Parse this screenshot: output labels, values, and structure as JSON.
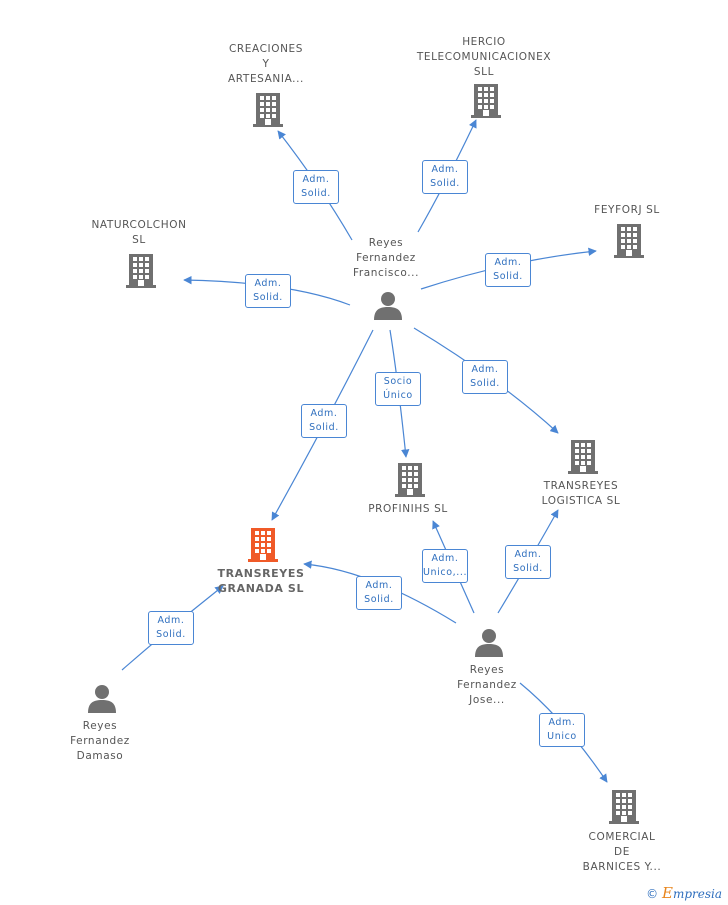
{
  "colors": {
    "edge": "#4a86d4",
    "company_icon": "#707070",
    "focus_company_icon": "#f05a28",
    "person_icon": "#707070",
    "label_text": "#555555"
  },
  "nodes": {
    "creaciones": {
      "type": "company",
      "lines": [
        "CREACIONES",
        "Y",
        "ARTESANIA..."
      ]
    },
    "hercio": {
      "type": "company",
      "lines": [
        "HERCIO",
        "TELECOMUNICACIONEX",
        "SLL"
      ]
    },
    "feyforj": {
      "type": "company",
      "lines": [
        "FEYFORJ SL"
      ]
    },
    "naturcolchon": {
      "type": "company",
      "lines": [
        "NATURCOLCHON",
        "SL"
      ]
    },
    "reyes_francisco": {
      "type": "person",
      "lines": [
        "Reyes",
        "Fernandez",
        "Francisco..."
      ]
    },
    "profinihs": {
      "type": "company",
      "lines": [
        "PROFINIHS SL"
      ]
    },
    "transreyes_logistica": {
      "type": "company",
      "lines": [
        "TRANSREYES",
        "LOGISTICA SL"
      ]
    },
    "transreyes_granada": {
      "type": "company",
      "focus": true,
      "lines": [
        "TRANSREYES",
        "GRANADA SL"
      ]
    },
    "reyes_damaso": {
      "type": "person",
      "lines": [
        "Reyes",
        "Fernandez",
        "Damaso"
      ]
    },
    "reyes_jose": {
      "type": "person",
      "lines": [
        "Reyes",
        "Fernandez",
        "Jose..."
      ]
    },
    "comercial": {
      "type": "company",
      "lines": [
        "COMERCIAL",
        "DE",
        "BARNICES Y..."
      ]
    }
  },
  "edges": [
    {
      "from": "reyes_francisco",
      "to": "creaciones",
      "lines": [
        "Adm.",
        "Solid."
      ]
    },
    {
      "from": "reyes_francisco",
      "to": "hercio",
      "lines": [
        "Adm.",
        "Solid."
      ]
    },
    {
      "from": "reyes_francisco",
      "to": "feyforj",
      "lines": [
        "Adm.",
        "Solid."
      ]
    },
    {
      "from": "reyes_francisco",
      "to": "naturcolchon",
      "lines": [
        "Adm.",
        "Solid."
      ]
    },
    {
      "from": "reyes_francisco",
      "to": "profinihs",
      "lines": [
        "Socio",
        "Único"
      ]
    },
    {
      "from": "reyes_francisco",
      "to": "transreyes_logistica",
      "lines": [
        "Adm.",
        "Solid."
      ]
    },
    {
      "from": "reyes_francisco",
      "to": "transreyes_granada",
      "lines": [
        "Adm.",
        "Solid."
      ]
    },
    {
      "from": "reyes_damaso",
      "to": "transreyes_granada",
      "lines": [
        "Adm.",
        "Solid."
      ]
    },
    {
      "from": "reyes_jose",
      "to": "transreyes_granada",
      "lines": [
        "Adm.",
        "Solid."
      ]
    },
    {
      "from": "reyes_jose",
      "to": "profinihs",
      "lines": [
        "Adm.",
        "Unico,..."
      ]
    },
    {
      "from": "reyes_jose",
      "to": "transreyes_logistica",
      "lines": [
        "Adm.",
        "Solid."
      ]
    },
    {
      "from": "reyes_jose",
      "to": "comercial",
      "lines": [
        "Adm.",
        "Unico"
      ]
    }
  ],
  "branding": {
    "copyright": "©",
    "initial": "E",
    "rest": "mpresia"
  }
}
